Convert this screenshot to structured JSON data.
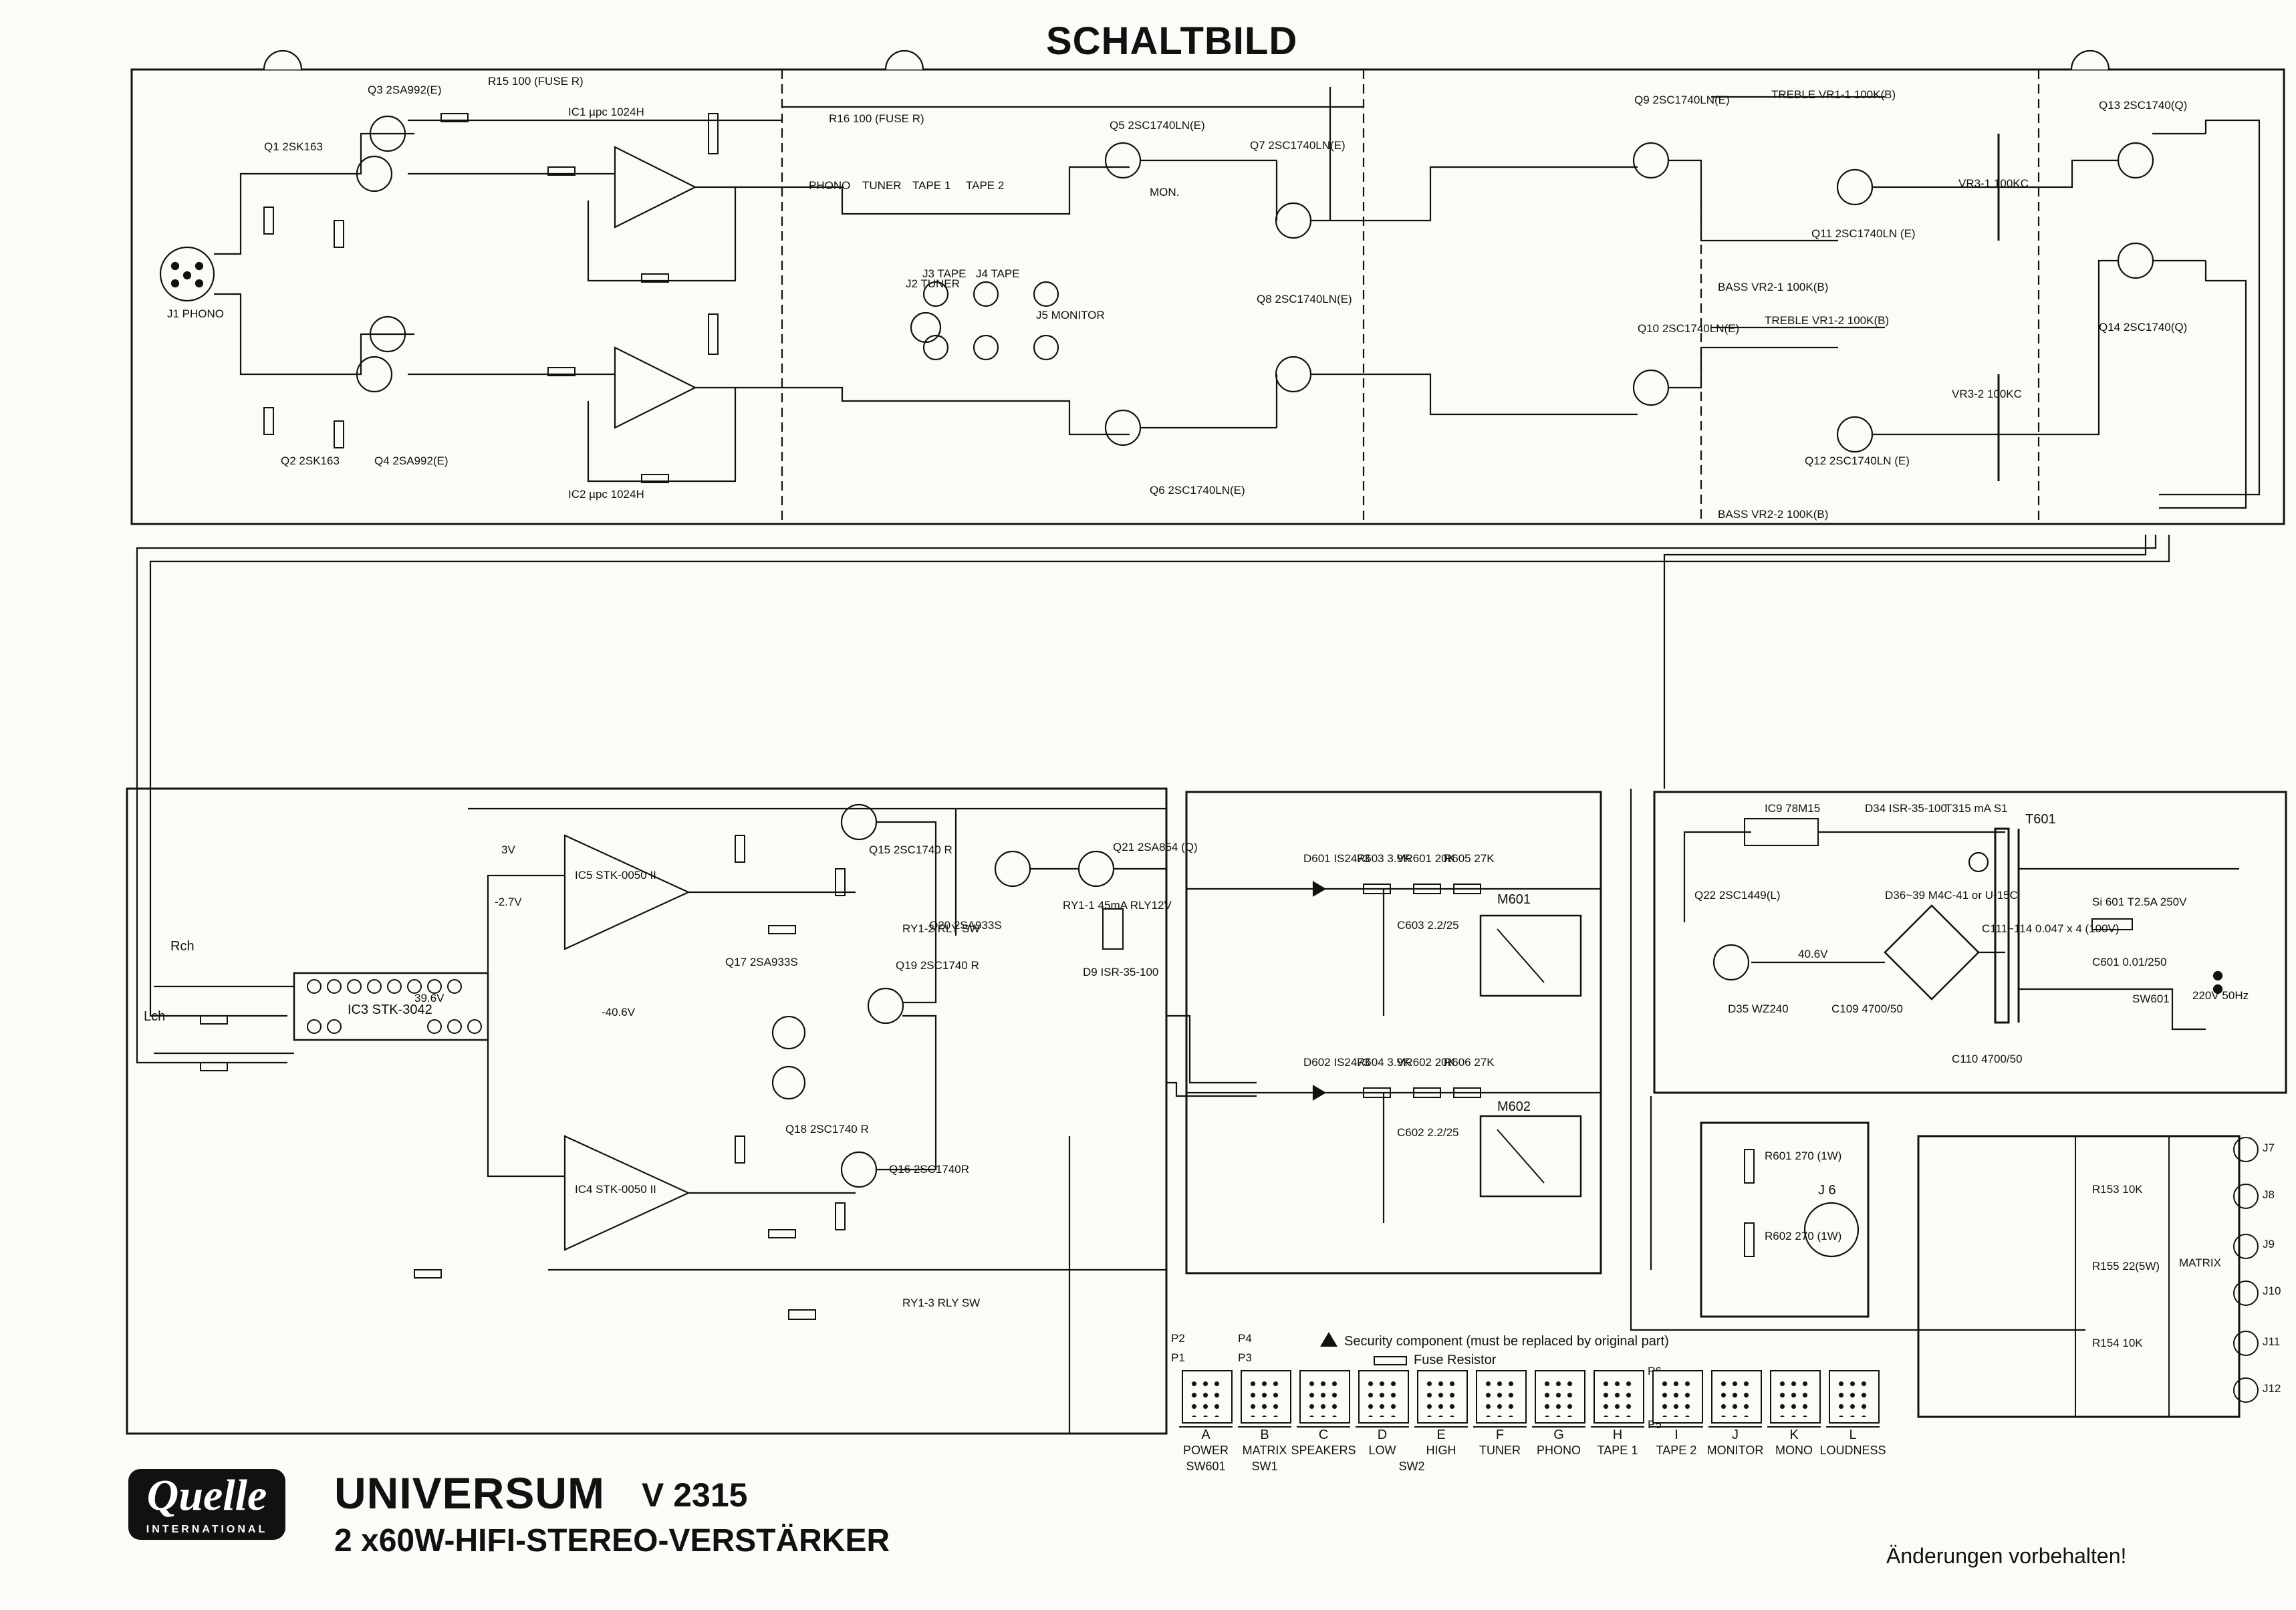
{
  "title": "SCHALTBILD",
  "brand_logo": {
    "name": "Quelle",
    "sub": "INTERNATIONAL"
  },
  "product": {
    "brand": "UNIVERSUM",
    "model": "V 2315",
    "description": "2 x60W-HIFI-STEREO-VERSTÄRKER"
  },
  "footer_note": "Änderungen vorbehalten!",
  "legend": {
    "security": "Security component (must be replaced by original part)",
    "fuse_resistor": "Fuse Resistor"
  },
  "switch_table": {
    "connector_labels": [
      "P2",
      "P1",
      "P4",
      "P3",
      "P6",
      "P5"
    ],
    "switches": [
      {
        "letter": "A",
        "label": "POWER",
        "sub": "SW601"
      },
      {
        "letter": "B",
        "label": "MATRIX",
        "sub": "SW1"
      },
      {
        "letter": "C",
        "label": "SPEAKERS",
        "sub": ""
      },
      {
        "letter": "D",
        "label": "LOW",
        "sub": "SW2"
      },
      {
        "letter": "E",
        "label": "HIGH",
        "sub": ""
      },
      {
        "letter": "F",
        "label": "TUNER",
        "sub": ""
      },
      {
        "letter": "G",
        "label": "PHONO",
        "sub": ""
      },
      {
        "letter": "H",
        "label": "TAPE 1",
        "sub": ""
      },
      {
        "letter": "I",
        "label": "TAPE 2",
        "sub": ""
      },
      {
        "letter": "J",
        "label": "MONITOR",
        "sub": ""
      },
      {
        "letter": "K",
        "label": "MONO",
        "sub": ""
      },
      {
        "letter": "L",
        "label": "LOUDNESS",
        "sub": ""
      }
    ]
  },
  "labels": {
    "phono_jack": "J1 PHONO",
    "q3": "Q3 2SA992(E)",
    "q1": "Q1 2SK163",
    "q2": "Q2 2SK163",
    "q4": "Q4 2SA992(E)",
    "ic1": "IC1 µpc 1024H",
    "ic2": "IC2 µpc 1024H",
    "r15": "R15 100 (FUSE R)",
    "r16": "R16 100 (FUSE R)",
    "selector": [
      "PHONO",
      "TUNER",
      "TAPE 1",
      "TAPE 2",
      "MON."
    ],
    "j2": "J2 TUNER",
    "j3": "J3 TAPE",
    "j4": "J4 TAPE",
    "j5": "J5 MONITOR",
    "q5": "Q5 2SC1740LN(E)",
    "q6": "Q6 2SC1740LN(E)",
    "q7": "Q7 2SC1740LN(E)",
    "q8": "Q8 2SC1740LN(E)",
    "q9": "Q9 2SC1740LN(E)",
    "q10": "Q10 2SC1740LN(E)",
    "q11": "Q11 2SC1740LN (E)",
    "q12": "Q12 2SC1740LN (E)",
    "treble1": "TREBLE VR1-1 100K(B)",
    "treble2": "TREBLE VR1-2 100K(B)",
    "bass1": "BASS VR2-1 100K(B)",
    "bass2": "BASS VR2-2 100K(B)",
    "q13": "Q13 2SC1740(Q)",
    "q14": "Q14 2SC1740(Q)",
    "vr3_1": "VR3-1 100KC",
    "vr3_2": "VR3-2 100KC",
    "ic3": "IC3 STK-3042",
    "ic5": "IC5 STK-0050 II",
    "ic4": "IC4 STK-0050 II",
    "rch": "Rch",
    "lch": "Lch",
    "q15": "Q15 2SC1740 R",
    "q16": "Q16 2SC1740R",
    "q17": "Q17 2SA933S",
    "q18": "Q18 2SC1740 R",
    "q19": "Q19 2SC1740 R",
    "q20": "Q20 2SA933S",
    "q21": "Q21 2SA854 (Q)",
    "ry1_1": "RY1-1 45mA RLY12V",
    "ry1_2": "RY1-2 RLY SW",
    "ry1_3": "RY1-3 RLY SW",
    "d9": "D9 ISR-35-100",
    "d601": "D601 IS2473",
    "d602": "D602 IS2473",
    "r603": "R603 3.9K",
    "r604": "R604 3.9K",
    "vr601": "VR601 20K",
    "vr602": "VR602 20K",
    "r605": "R605 27K",
    "r606": "R606 27K",
    "c603": "C603 2.2/25",
    "c602": "C602 2.2/25",
    "m601": "M601",
    "m602": "M602",
    "ic9": "IC9 78M15",
    "d34": "D34 ISR-35-100",
    "q22": "Q22 2SC1449(L)",
    "d35": "D35 WZ240",
    "d36_39": "D36~39 M4C-41 or U-15C",
    "t601": "T601",
    "t315": "T315 mA S1",
    "si601": "Si 601 T2.5A 250V",
    "c601": "C601 0.01/250",
    "mains": "220V 50Hz",
    "sw601": "SW601",
    "c111_114": "C111~114 0.047 x 4 (100V)",
    "c109": "C109 4700/50",
    "c110": "C110 4700/50",
    "r601": "R601 270 (1W)",
    "r602": "R602 270 (1W)",
    "j6": "J 6",
    "j7": "J7",
    "j8": "J8",
    "j9": "J9",
    "j10": "J10",
    "j11": "J11",
    "j12": "J12",
    "matrix": "MATRIX",
    "r153": "R153 10K",
    "r154": "R154 10K",
    "r155": "R155 22(5W)",
    "v_plus": "40.6V",
    "v_minus": "-40.6V",
    "v_39": "39.6V",
    "v_3": "3V",
    "v_neg27": "-2.7V"
  }
}
